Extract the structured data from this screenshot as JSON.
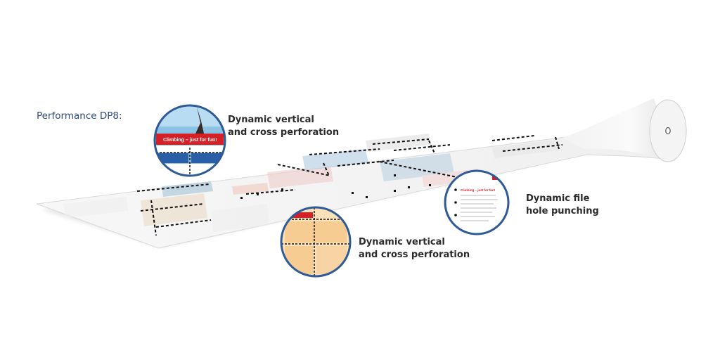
{
  "title": "Performance DP8:",
  "callouts": [
    {
      "lines": [
        "Dynamic vertical",
        "and cross perforation"
      ]
    },
    {
      "lines": [
        "Dynamic vertical",
        "and cross perforation"
      ]
    },
    {
      "lines": [
        "Dynamic file",
        "hole punching"
      ]
    }
  ],
  "insets": {
    "poster_heading": "Climbing – just for fun!",
    "document_heading": "Climbing – just for fun!"
  },
  "colors": {
    "title": "#2e4a7a",
    "caption": "#2b2b2b",
    "inset_ring": "#2e5a96",
    "accent_red": "#d42027",
    "sky_blue": "#7fb7da",
    "form_orange": "#f6cc93",
    "perforation": "#111111"
  },
  "icons": [
    "paper-roll-icon",
    "perforation-line-icon",
    "punch-hole-icon",
    "magnifier-inset-icon"
  ]
}
